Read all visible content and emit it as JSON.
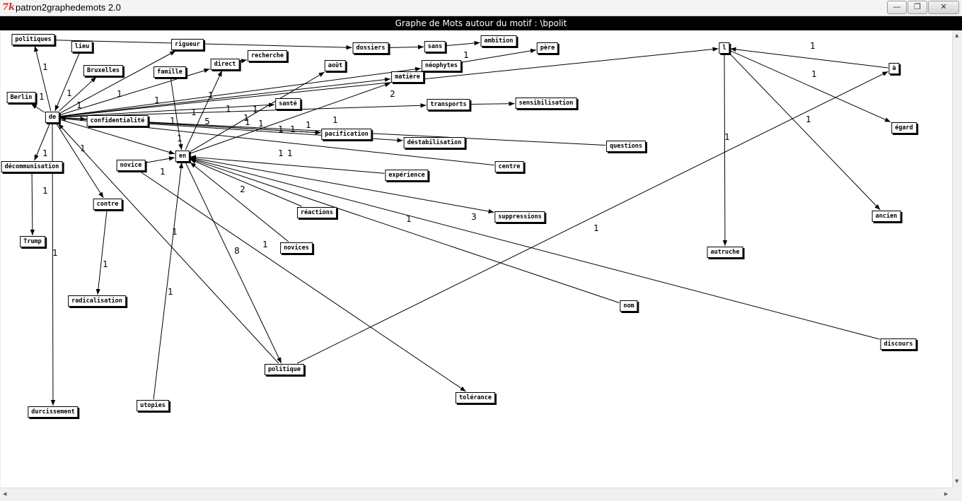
{
  "window": {
    "app_title": "patron2graphedemots 2.0",
    "app_icon": "tk-feather-icon",
    "graph_title": "Graphe de Mots autour du motif : \\bpolit",
    "minimize_glyph": "—",
    "maximize_glyph": "❐",
    "close_glyph": "✕",
    "scroll_up": "▲",
    "scroll_down": "▼",
    "scroll_left": "◀",
    "scroll_right": "▶"
  },
  "graph": {
    "nodes": [
      {
        "id": "politiques",
        "label": "politiques"
      },
      {
        "id": "lieu",
        "label": "lieu"
      },
      {
        "id": "rigueur",
        "label": "rigueur"
      },
      {
        "id": "dossiers",
        "label": "dossiers"
      },
      {
        "id": "sans",
        "label": "sans"
      },
      {
        "id": "ambition",
        "label": "ambition"
      },
      {
        "id": "pere",
        "label": "père"
      },
      {
        "id": "recherche",
        "label": "recherche"
      },
      {
        "id": "direct",
        "label": "direct"
      },
      {
        "id": "bruxelles",
        "label": "Bruxelles"
      },
      {
        "id": "famille",
        "label": "famille"
      },
      {
        "id": "aout",
        "label": "août"
      },
      {
        "id": "neophytes",
        "label": "néophytes"
      },
      {
        "id": "matiere",
        "label": "matière"
      },
      {
        "id": "berlin",
        "label": "Berlin"
      },
      {
        "id": "sante",
        "label": "santé"
      },
      {
        "id": "transports",
        "label": "transports"
      },
      {
        "id": "sensibilisation",
        "label": "sensibilisation"
      },
      {
        "id": "de",
        "label": "de"
      },
      {
        "id": "confidentialite",
        "label": "confidentialité"
      },
      {
        "id": "pacification",
        "label": "pacification"
      },
      {
        "id": "destabilisation",
        "label": "déstabilisation"
      },
      {
        "id": "questions",
        "label": "questions"
      },
      {
        "id": "en",
        "label": "en"
      },
      {
        "id": "novice",
        "label": "novice"
      },
      {
        "id": "decommunisation",
        "label": "décommunisation"
      },
      {
        "id": "centre",
        "label": "centre"
      },
      {
        "id": "experience",
        "label": "expérience"
      },
      {
        "id": "contre",
        "label": "contre"
      },
      {
        "id": "reactions",
        "label": "réactions"
      },
      {
        "id": "suppressions",
        "label": "suppressions"
      },
      {
        "id": "trump",
        "label": "Trump"
      },
      {
        "id": "novices",
        "label": "novices"
      },
      {
        "id": "radicalisation",
        "label": "radicalisation"
      },
      {
        "id": "nom",
        "label": "nom"
      },
      {
        "id": "discours",
        "label": "discours"
      },
      {
        "id": "politique",
        "label": "politique"
      },
      {
        "id": "tolerance",
        "label": "tolérance"
      },
      {
        "id": "utopies",
        "label": "utopies"
      },
      {
        "id": "durcissement",
        "label": "durcissement"
      },
      {
        "id": "l",
        "label": "l"
      },
      {
        "id": "a",
        "label": "à"
      },
      {
        "id": "egard",
        "label": "égard"
      },
      {
        "id": "ancien",
        "label": "ancien"
      },
      {
        "id": "autruche",
        "label": "autruche"
      }
    ],
    "edges": [
      {
        "from": "de",
        "to": "politiques",
        "label": "1"
      },
      {
        "from": "lieu",
        "to": "de",
        "label": "1"
      },
      {
        "from": "de",
        "to": "rigueur",
        "label": "1"
      },
      {
        "from": "dossiers",
        "to": "sans",
        "label": ""
      },
      {
        "from": "sans",
        "to": "ambition",
        "label": ""
      },
      {
        "from": "politiques",
        "to": "dossiers",
        "label": ""
      },
      {
        "from": "de",
        "to": "bruxelles",
        "label": "1"
      },
      {
        "from": "de",
        "to": "berlin",
        "label": "1"
      },
      {
        "from": "de",
        "to": "direct",
        "label": "1"
      },
      {
        "from": "direct",
        "to": "recherche",
        "label": ""
      },
      {
        "from": "de",
        "to": "neophytes",
        "label": "1"
      },
      {
        "from": "neophytes",
        "to": "pere",
        "label": "1"
      },
      {
        "from": "de",
        "to": "matiere",
        "label": "1"
      },
      {
        "from": "de",
        "to": "l",
        "label": ""
      },
      {
        "from": "de",
        "to": "sante",
        "label": "1"
      },
      {
        "from": "de",
        "to": "transports",
        "label": "1"
      },
      {
        "from": "transports",
        "to": "sensibilisation",
        "label": ""
      },
      {
        "from": "de",
        "to": "confidentialite",
        "label": ""
      },
      {
        "from": "confidentialite",
        "to": "pacification",
        "label": "1"
      },
      {
        "from": "de",
        "to": "pacification",
        "label": "1"
      },
      {
        "from": "de",
        "to": "destabilisation",
        "label": "1"
      },
      {
        "from": "questions",
        "to": "de",
        "label": "1"
      },
      {
        "from": "centre",
        "to": "de",
        "label": "1"
      },
      {
        "from": "de",
        "to": "decommunisation",
        "label": "1"
      },
      {
        "from": "decommunisation",
        "to": "trump",
        "label": "1"
      },
      {
        "from": "de",
        "to": "contre",
        "label": "1"
      },
      {
        "from": "contre",
        "to": "radicalisation",
        "label": "1"
      },
      {
        "from": "de",
        "to": "durcissement",
        "label": "1"
      },
      {
        "from": "politique",
        "to": "de",
        "label": "1"
      },
      {
        "from": "de",
        "to": "en",
        "label": "5"
      },
      {
        "from": "famille",
        "to": "en",
        "label": "1"
      },
      {
        "from": "en",
        "to": "direct",
        "label": "1"
      },
      {
        "from": "en",
        "to": "aout",
        "label": "1"
      },
      {
        "from": "en",
        "to": "matiere",
        "label": "2"
      },
      {
        "from": "novice",
        "to": "en",
        "label": "1"
      },
      {
        "from": "experience",
        "to": "en",
        "label": "1"
      },
      {
        "from": "reactions",
        "to": "en",
        "label": "2"
      },
      {
        "from": "en",
        "to": "suppressions",
        "label": "3"
      },
      {
        "from": "novices",
        "to": "en",
        "label": "1"
      },
      {
        "from": "nom",
        "to": "en",
        "label": "1"
      },
      {
        "from": "discours",
        "to": "en",
        "label": "1"
      },
      {
        "from": "en",
        "to": "politique",
        "label": "8"
      },
      {
        "from": "utopies",
        "to": "en",
        "label": "1"
      },
      {
        "from": "novice",
        "to": "tolerance",
        "label": "1"
      },
      {
        "from": "politique",
        "to": "a",
        "label": "1"
      },
      {
        "from": "a",
        "to": "l",
        "label": "1"
      },
      {
        "from": "l",
        "to": "egard",
        "label": "1"
      },
      {
        "from": "l",
        "to": "ancien",
        "label": "1"
      },
      {
        "from": "l",
        "to": "autruche",
        "label": "1"
      }
    ]
  }
}
